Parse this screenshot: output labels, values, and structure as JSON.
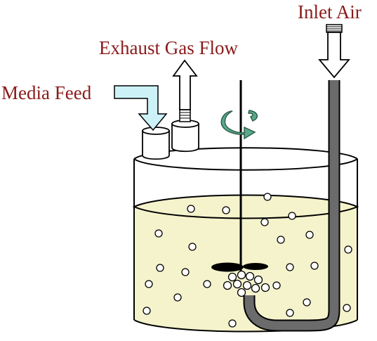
{
  "labels": {
    "inlet_air": "Inlet Air",
    "exhaust_gas_flow": "Exhaust Gas Flow",
    "media_feed": "Media Feed"
  },
  "colors": {
    "label_text": "#8b1a1a",
    "liquid": "#f5f3cc",
    "outline": "#000000",
    "air_pipe": "#6b6b6b",
    "feed_arrow": "#ccf2f7",
    "rotation_arrow": "#5aa98a"
  },
  "icons": {
    "rotation": "rotation-arrow-icon",
    "exhaust": "up-arrow-icon",
    "inlet": "down-arrow-icon",
    "feed": "bent-arrow-icon"
  }
}
